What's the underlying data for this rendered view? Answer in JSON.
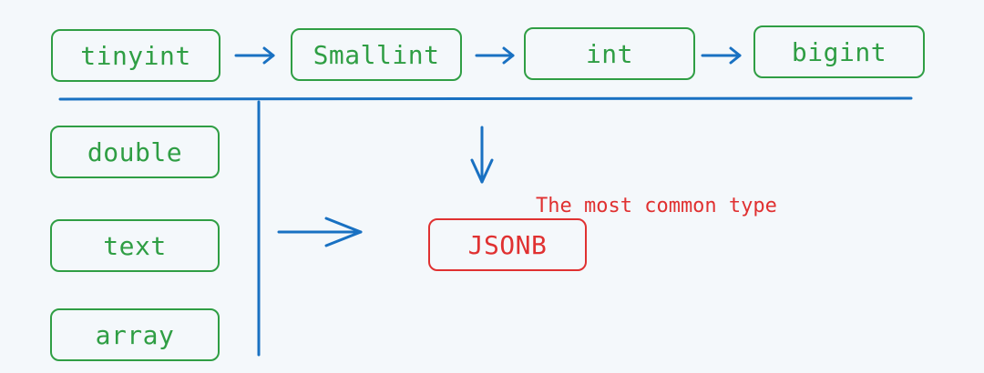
{
  "integer_chain": [
    "tinyint",
    "Smallint",
    "int",
    "bigint"
  ],
  "other_types": [
    "double",
    "text",
    "array"
  ],
  "target": {
    "label": "JSONB",
    "note": "The most common type"
  },
  "colors": {
    "green": "#2f9e44",
    "blue": "#1971c2",
    "red": "#e03131",
    "background": "#f4f8fb"
  }
}
